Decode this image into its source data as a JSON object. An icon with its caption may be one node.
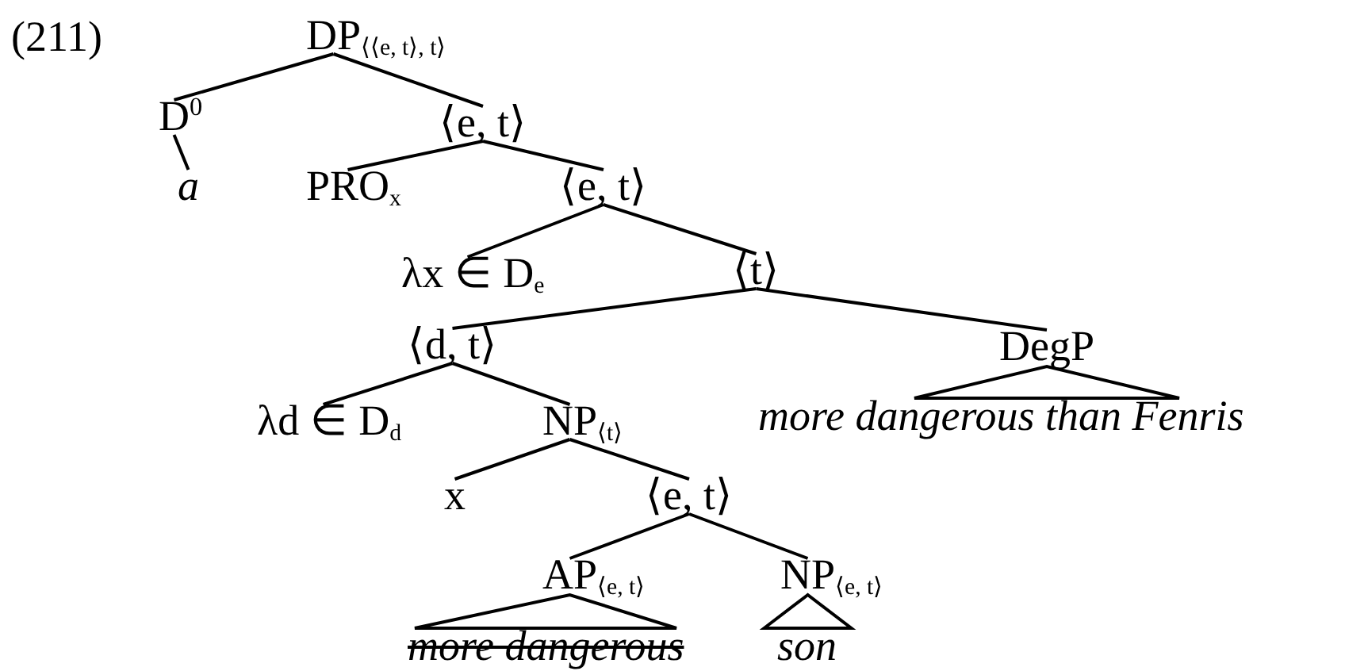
{
  "diagram": {
    "nodes": [
      {
        "text": [
          "DP$_{⟨⟨e, t⟩, t⟩}$"
        ]
      },
      {
        "text": [
          "D$^{0}$"
        ]
      },
      {
        "text": [
          "a"
        ]
      },
      {
        "text": [
          "⟨e, t⟩"
        ]
      },
      {
        "text": [
          "PRO$_{x}$"
        ]
      },
      {
        "text": [
          "⟨e, t⟩"
        ]
      },
      {
        "text": [
          "λx ∈ D$_{e}$"
        ]
      },
      {
        "text": [
          "⟨t⟩"
        ]
      },
      {
        "text": [
          "⟨d, t⟩"
        ]
      },
      {
        "text": [
          "DegP"
        ]
      },
      {
        "text": [
          "λd ∈ D$_{d}$"
        ]
      },
      {
        "text": [
          "NP$_{⟨t⟩}$"
        ]
      },
      {
        "text": [
          "more dangerous than Fenris"
        ]
      },
      {
        "text": [
          "x"
        ]
      },
      {
        "text": [
          "⟨e, t⟩"
        ]
      },
      {
        "text": [
          "AP$_{⟨e, t⟩}$"
        ]
      },
      {
        "text": [
          "NP$_{⟨e, t⟩}$"
        ]
      },
      {
        "text": [
          "more dangerous"
        ]
      },
      {
        "text": [
          "son"
        ]
      }
    ],
    "edges": [
      {
        "from": 0,
        "to": 1,
        "arrow": "none"
      },
      {
        "from": 0,
        "to": 3,
        "arrow": "none"
      },
      {
        "from": 1,
        "to": 2,
        "arrow": "none"
      },
      {
        "from": 3,
        "to": 4,
        "arrow": "none"
      },
      {
        "from": 3,
        "to": 5,
        "arrow": "none"
      },
      {
        "from": 5,
        "to": 6,
        "arrow": "none"
      },
      {
        "from": 5,
        "to": 7,
        "arrow": "none"
      },
      {
        "from": 7,
        "to": 8,
        "arrow": "none"
      },
      {
        "from": 7,
        "to": 9,
        "arrow": "none"
      },
      {
        "from": 8,
        "to": 10,
        "arrow": "none"
      },
      {
        "from": 8,
        "to": 11,
        "arrow": "none"
      },
      {
        "from": 11,
        "to": 13,
        "arrow": "none"
      },
      {
        "from": 11,
        "to": 14,
        "arrow": "none"
      },
      {
        "from": 14,
        "to": 15,
        "arrow": "none"
      },
      {
        "from": 14,
        "to": 16,
        "arrow": "none"
      }
    ],
    "labels": [
      "(211)"
    ]
  }
}
